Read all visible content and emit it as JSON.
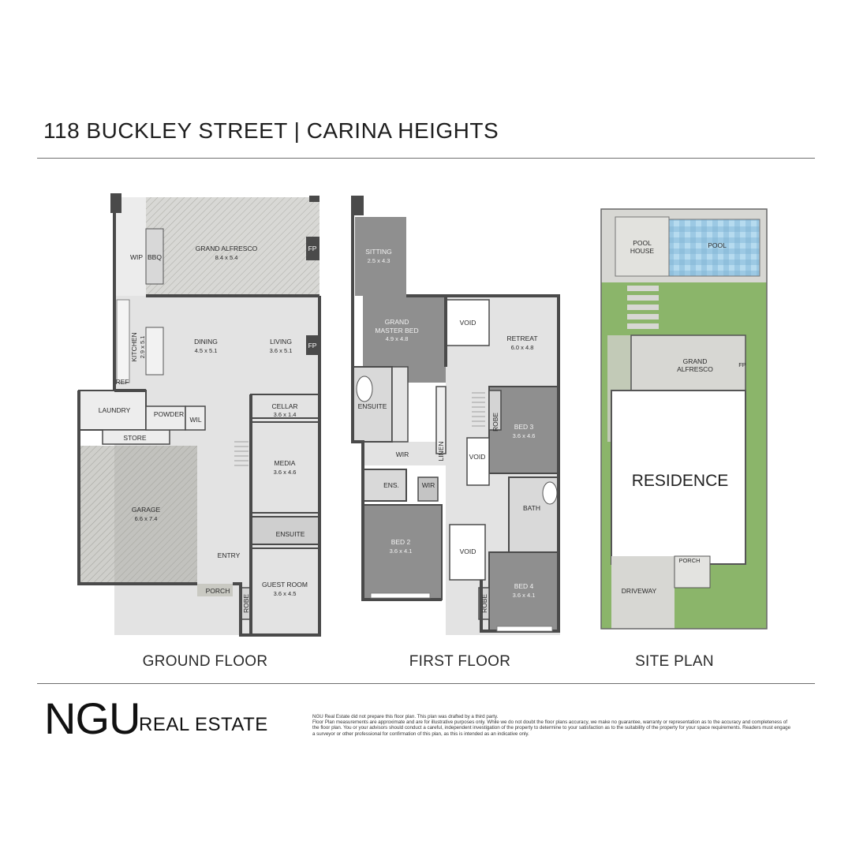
{
  "header": {
    "title": "118 BUCKLEY STREET | CARINA HEIGHTS"
  },
  "ground_floor": {
    "caption": "GROUND FLOOR",
    "rooms": {
      "alfresco": {
        "name": "GRAND ALFRESCO",
        "dims": "8.4 x 5.4"
      },
      "fp1": "FP",
      "fp2": "FP",
      "wip": "WIP",
      "bbq": "BBQ",
      "kitchen": {
        "name": "KITCHEN",
        "dims": "2.9 x 5.1"
      },
      "dining": {
        "name": "DINING",
        "dims": "4.5 x 5.1"
      },
      "living": {
        "name": "LIVING",
        "dims": "3.6 x 5.1"
      },
      "ref": "REF",
      "laundry": "LAUNDRY",
      "powder": "POWDER",
      "wil": "WIL",
      "store": "STORE",
      "cellar": {
        "name": "CELLAR",
        "dims": "3.6 x 1.4"
      },
      "media": {
        "name": "MEDIA",
        "dims": "3.6 x 4.6"
      },
      "garage": {
        "name": "GARAGE",
        "dims": "6.6 x 7.4"
      },
      "ensuite": "ENSUITE",
      "entry": "ENTRY",
      "porch": "PORCH",
      "guest": {
        "name": "GUEST ROOM",
        "dims": "3.6 x 4.5"
      },
      "robe": "ROBE"
    }
  },
  "first_floor": {
    "caption": "FIRST FLOOR",
    "rooms": {
      "sitting": {
        "name": "SITTING",
        "dims": "2.5 x 4.3"
      },
      "master": {
        "name1": "GRAND",
        "name2": "MASTER BED",
        "dims": "4.9 x 4.8"
      },
      "void1": "VOID",
      "retreat": {
        "name": "RETREAT",
        "dims": "6.0 x 4.8"
      },
      "ensuite": "ENSUITE",
      "robe1": "ROBE",
      "bed3": {
        "name": "BED 3",
        "dims": "3.6 x 4.6"
      },
      "wir1": "WIR",
      "linen": "LINEN",
      "void2": "VOID",
      "ens": "ENS.",
      "wir2": "WIR",
      "bath": "BATH",
      "bed2": {
        "name": "BED 2",
        "dims": "3.6 x 4.1"
      },
      "void3": "VOID",
      "bed4": {
        "name": "BED 4",
        "dims": "3.6 x 4.1"
      },
      "robe2": "ROBE"
    }
  },
  "site_plan": {
    "caption": "SITE PLAN",
    "labels": {
      "pool_house1": "POOL",
      "pool_house2": "HOUSE",
      "pool": "POOL",
      "alfresco1": "GRAND",
      "alfresco2": "ALFRESCO",
      "fp": "FP",
      "residence": "RESIDENCE",
      "porch": "PORCH",
      "driveway": "DRIVEWAY"
    }
  },
  "footer": {
    "logo_main": "NGU",
    "logo_sub": "REAL ESTATE",
    "disclaimer_1": "NGU Real Estate did not prepare this floor plan. This plan was drafted by a third party.",
    "disclaimer_2": "Floor Plan measurements are approximate and are for illustrative purposes only. While we do not doubt the floor plans accuracy, we make no guarantee, warranty or representation as to the accuracy and completeness of the floor plan. You or your advisors should conduct a careful, independent investigation of the property to determine to your satisfaction as to the suitability of the property for your space requirements. Readers must engage a surveyor or other professional for confirmation of this plan, as this is intended as an indicative only."
  },
  "colors": {
    "wall": "#4a4a4a",
    "floor_light": "#dedede",
    "floor_room": "#8e8e8e",
    "tile": "#cfcfcf",
    "garage": "#a9a9a3",
    "lawn": "#8bb56a",
    "pool": "#a9d2ea"
  }
}
